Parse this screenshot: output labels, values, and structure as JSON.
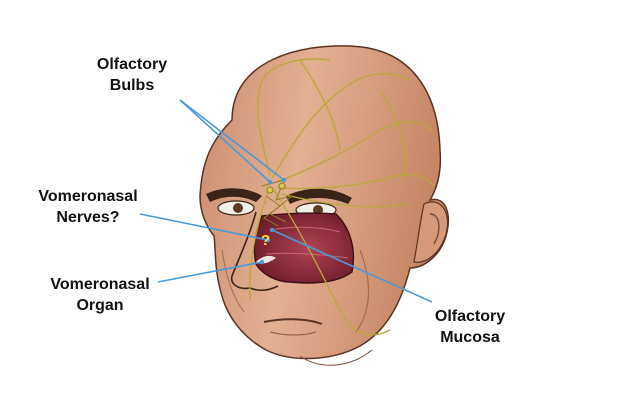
{
  "labels": {
    "olfactory_bulbs": [
      "Olfactory",
      "Bulbs"
    ],
    "vomeronasal_nerves": [
      "Vomeronasal",
      "Nerves?"
    ],
    "vomeronasal_organ": [
      "Vomeronasal",
      "Organ"
    ],
    "olfactory_mucosa": [
      "Olfactory",
      "Mucosa"
    ]
  },
  "question_mark": "?",
  "colors": {
    "skin": "#e0a988",
    "skin_shadow": "#b97b5d",
    "nerve": "#b8a936",
    "pointer": "#4a9ad9",
    "cavity": "#8c2a3a",
    "question": "#f5e23a"
  }
}
